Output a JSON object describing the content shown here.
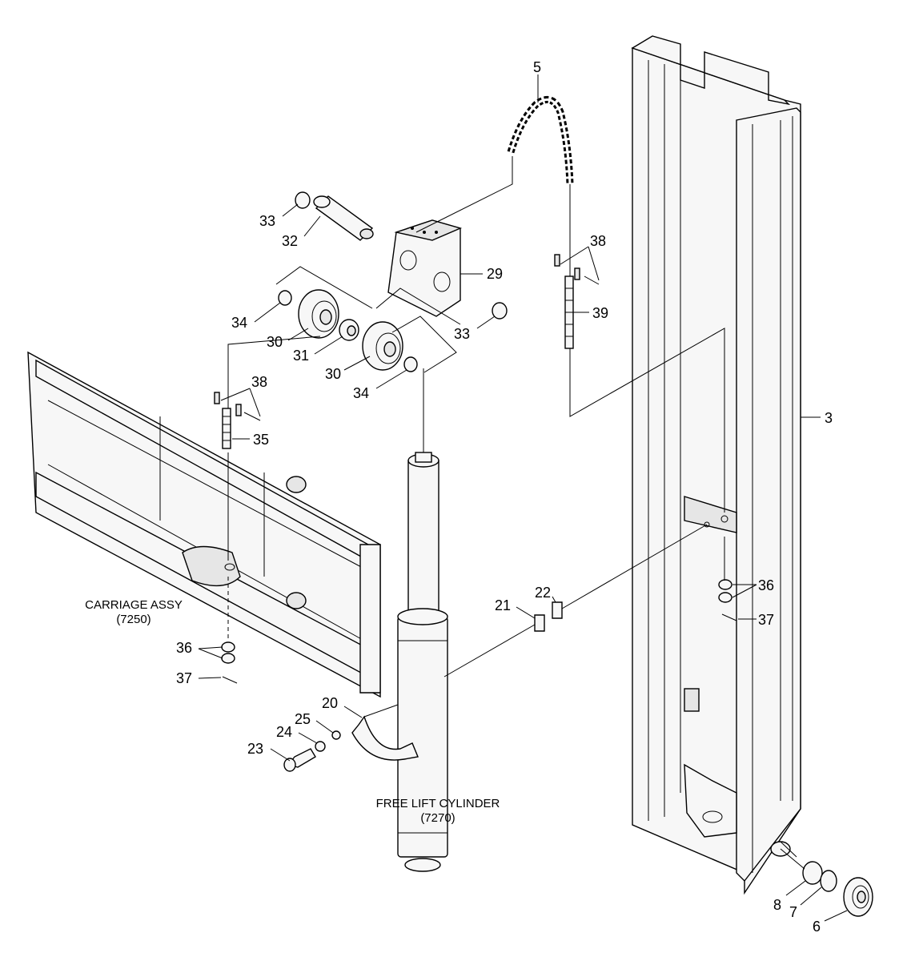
{
  "callouts": {
    "c5": "5",
    "c33a": "33",
    "c32": "32",
    "c29": "29",
    "c38a": "38",
    "c39": "39",
    "c34a": "34",
    "c30a": "30",
    "c31": "31",
    "c33b": "33",
    "c30b": "30",
    "c34b": "34",
    "c38b": "38",
    "c35": "35",
    "c3": "3",
    "c36a": "36",
    "c37a": "37",
    "c22": "22",
    "c21": "21",
    "c36b": "36",
    "c37b": "37",
    "c20": "20",
    "c25": "25",
    "c24": "24",
    "c23": "23",
    "c8": "8",
    "c7": "7",
    "c6": "6"
  },
  "captions": {
    "carriage_name": "CARRIAGE ASSY",
    "carriage_code": "(7250)",
    "cylinder_name": "FREE LIFT CYLINDER",
    "cylinder_code": "(7270)"
  }
}
